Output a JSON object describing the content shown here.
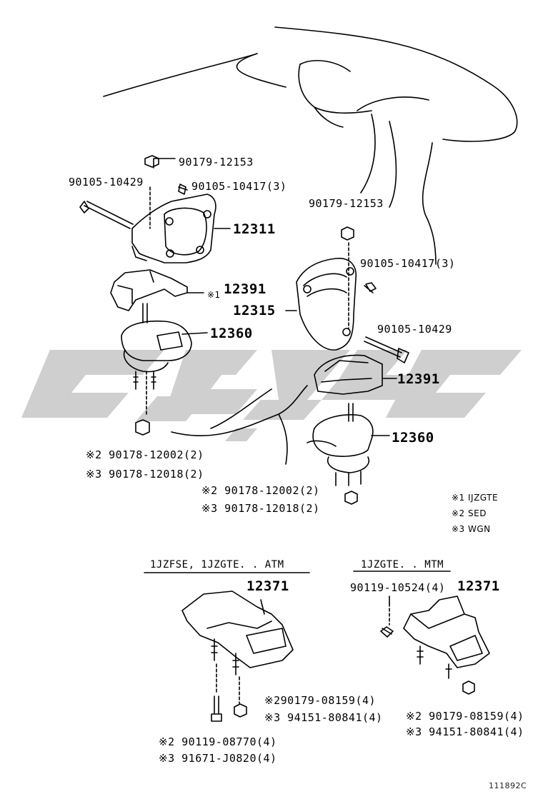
{
  "labels": {
    "top_nut": "90179-12153",
    "top_bolt_long": "90105-10429",
    "top_bolt_short": "90105-10417(3)",
    "left_bracket": "12311",
    "left_insulator_mark": "※1",
    "left_insulator": "12391",
    "left_mount": "12360",
    "left_nut_sed": "※2 90178-12002(2)",
    "left_nut_wgn": "※3 90178-12018(2)",
    "right_nut": "90179-12153",
    "right_bolt_short": "90105-10417(3)",
    "right_bracket": "12315",
    "right_bolt_long": "90105-10429",
    "right_insulator": "12391",
    "right_mount": "12360",
    "right_nut_sed": "※2 90178-12002(2)",
    "right_nut_wgn": "※3 90178-12018(2)",
    "note1": "※1 IJZGTE",
    "note2": "※2 SED",
    "note3": "※3 WGN",
    "atm_header": "1JZFSE, 1JZGTE. . ATM",
    "atm_part": "12371",
    "atm_nut_sed": "※290179-08159(4)",
    "atm_nut_wgn": "※3 94151-80841(4)",
    "atm_bolt_sed": "※2 90119-08770(4)",
    "atm_bolt_wgn": "※3 91671-J0820(4)",
    "mtm_header": "1JZGTE. . MTM",
    "mtm_bolt": "90119-10524(4)",
    "mtm_part": "12371",
    "mtm_nut_sed": "※2 90179-08159(4)",
    "mtm_nut_wgn": "※3 94151-80841(4)",
    "figure_ref": "111892C"
  },
  "watermark": {
    "color": "#cfcfcf"
  }
}
